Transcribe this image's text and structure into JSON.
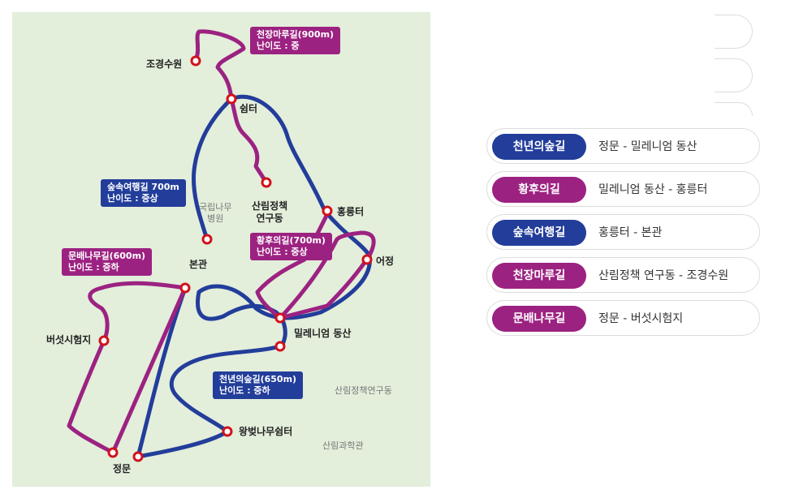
{
  "colors": {
    "blue": "#223d9a",
    "purple": "#9c2281",
    "map_bg": "#e3eedb"
  },
  "places": {
    "jogyeong": "조경수원",
    "shimteo": "쉼터",
    "sanrim_lab": "산림정책\n연구동",
    "hongneungteo": "홍릉터",
    "eojeong": "어정",
    "bongwan": "본관",
    "beoseot": "버섯시험지",
    "millennium": "밀레니엄 동산",
    "wangbeot": "왕벚나무쉼터",
    "jeongmun": "정문"
  },
  "background_labels": {
    "hospital": "국립나무\n병원",
    "policy_bldg": "산림정책연구동",
    "science_hall": "산림과학관"
  },
  "tags": {
    "cheonjang": {
      "name": "천장마루길(900m)",
      "level": "난이도 : 중"
    },
    "supsok": {
      "name": "숲속여행길 700m",
      "level": "난이도 : 중상"
    },
    "hwanghu": {
      "name": "황후의길(700m)",
      "level": "난이도 : 중상"
    },
    "munbae": {
      "name": "문배나무길(600m)",
      "level": "난이도 : 중하"
    },
    "cheonnyeon": {
      "name": "천년의숲길(650m)",
      "level": "난이도 : 중하"
    }
  },
  "legend": [
    {
      "name": "천년의숲길",
      "route": "정문 - 밀레니엄 동산",
      "color": "blue"
    },
    {
      "name": "황후의길",
      "route": "밀레니엄 동산 - 홍릉터",
      "color": "purple"
    },
    {
      "name": "숲속여행길",
      "route": "홍릉터 - 본관",
      "color": "blue"
    },
    {
      "name": "천장마루길",
      "route": "산림정책 연구동 - 조경수원",
      "color": "purple"
    },
    {
      "name": "문배나무길",
      "route": "정문 - 버섯시험지",
      "color": "purple"
    }
  ]
}
